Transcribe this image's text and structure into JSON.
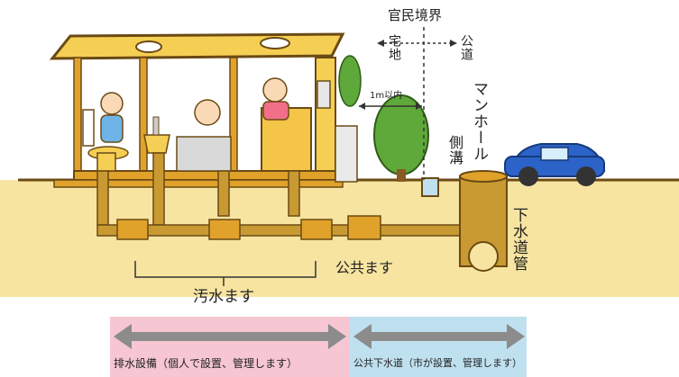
{
  "labels": {
    "boundary": "官民境界",
    "private_land": "宅地",
    "public_road": "公道",
    "within_1m": "1m以内",
    "manhole": "マンホール",
    "side_ditch": "側溝",
    "sewer_main": "下水道管",
    "public_basin": "公共ます",
    "sewage_basins": "汚水ます",
    "private_drainage": "排水設備（個人で設置、管理します）",
    "public_sewer": "公共下水道（市が設置、管理します）"
  },
  "colors": {
    "ground": "#f7e4a0",
    "house_wood": "#e0a22a",
    "roof": "#f5cf54",
    "pipe": "#c99a32",
    "private_band": "#f6c6d3",
    "public_band": "#bfe0ef",
    "arrow": "#8c8c8c",
    "car": "#2c63c8",
    "tree": "#5fa83a"
  },
  "icons": [
    "toilet-icon",
    "sink-icon",
    "bath-icon",
    "tree-icon",
    "car-icon"
  ]
}
